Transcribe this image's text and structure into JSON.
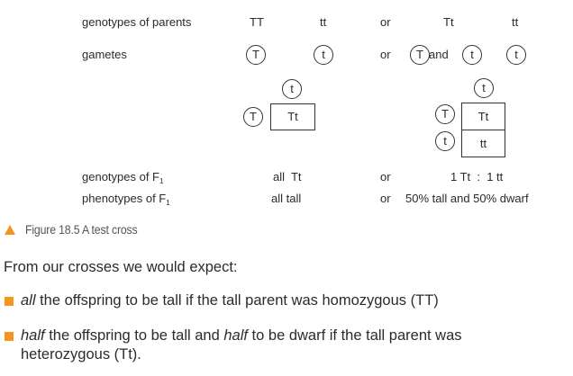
{
  "figure": {
    "rows": {
      "parents_label": "genotypes of parents",
      "gametes_label": "gametes",
      "f1_genotypes_label": "genotypes of F",
      "f1_phenotypes_label": "phenotypes of F",
      "f1_subscript": "1"
    },
    "cross1": {
      "parent1": "TT",
      "parent2": "tt",
      "gamete1": "T",
      "gamete2": "t",
      "punnett": {
        "column_gamete": "t",
        "row_gametes": [
          "T"
        ],
        "cells": [
          "Tt"
        ]
      },
      "f1_genotypes": "all  Tt",
      "f1_phenotypes": "all tall"
    },
    "connector": "or",
    "cross2": {
      "parent1": "Tt",
      "parent2": "tt",
      "gamete1a": "T",
      "gamete_and": "and",
      "gamete1b": "t",
      "gamete2": "t",
      "punnett": {
        "column_gamete": "t",
        "row_gametes": [
          "T",
          "t"
        ],
        "cells": [
          "Tt",
          "tt"
        ]
      },
      "f1_genotypes": "1 Tt  :  1 tt",
      "f1_phenotypes": "50% tall and 50% dwarf"
    },
    "caption": "Figure 18.5 A test cross",
    "accent_color": "#f7941d"
  },
  "text": {
    "intro": "From our crosses we would expect:",
    "bullets": [
      {
        "emph": "all",
        "rest": " the offspring to be tall if the tall parent was homozygous (TT)"
      },
      {
        "emph": "half",
        "mid": " the offspring to be tall and ",
        "emph2": "half",
        "rest": " to be dwarf if the tall parent was",
        "line2": "heterozygous (Tt)."
      }
    ]
  }
}
